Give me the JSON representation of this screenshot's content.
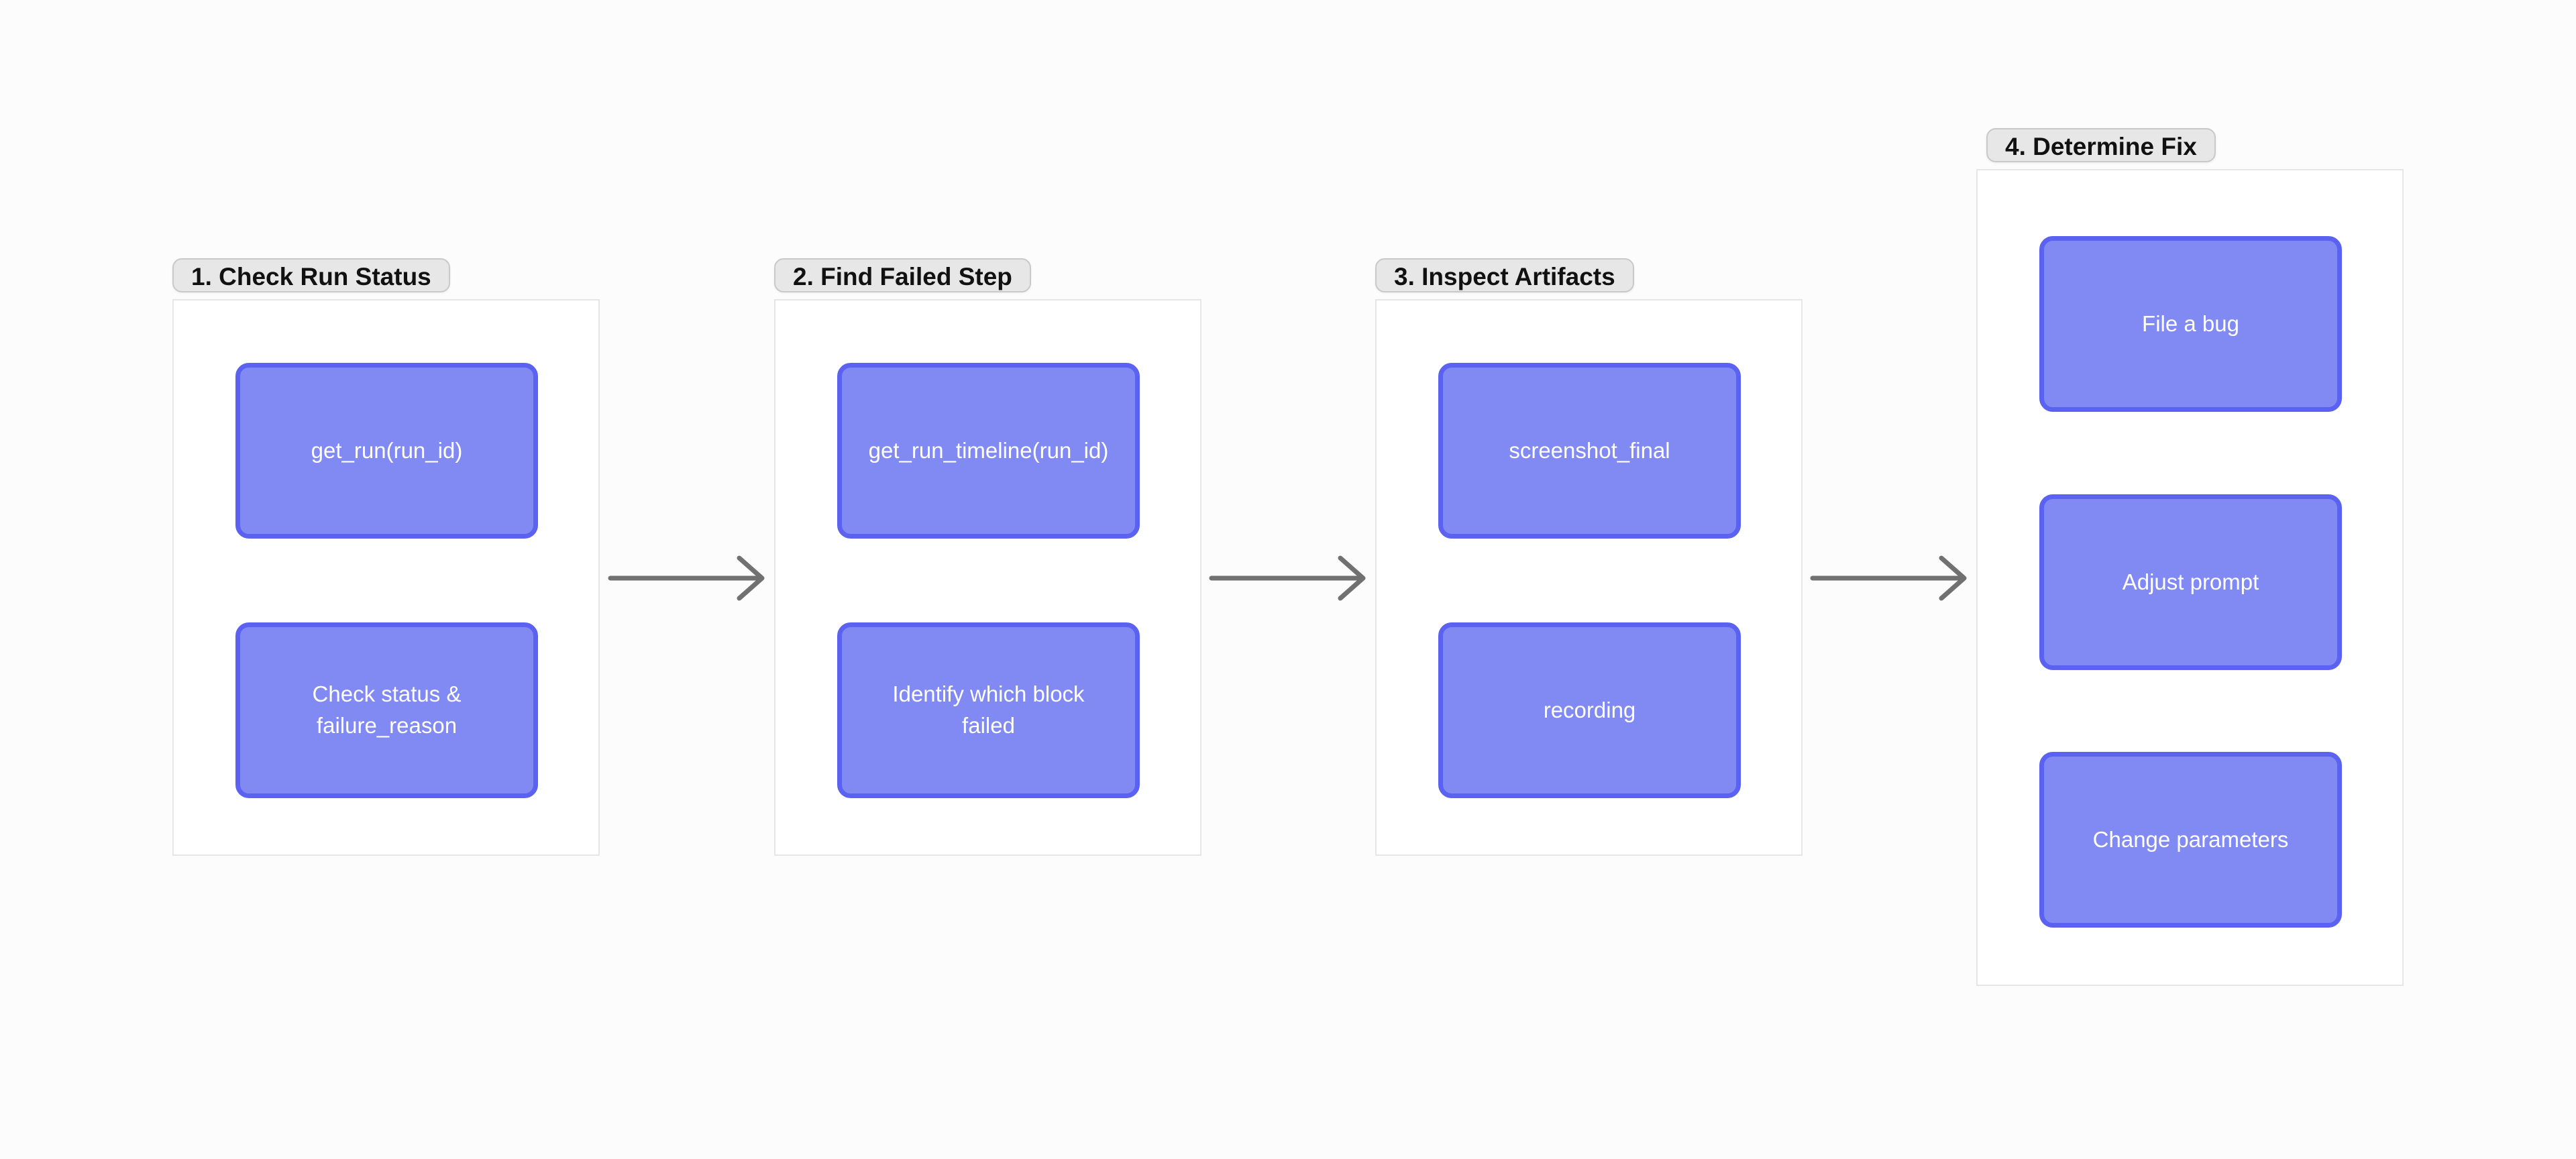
{
  "canvas": {
    "background": "#fcfcfc"
  },
  "colors": {
    "page_bg": "#fcfcfc",
    "node_fill": "#8189f3",
    "node_border": "#5b61f0",
    "node_text": "#ffffff",
    "group_bg": "#ffffff",
    "group_border": "#e6e6e6",
    "label_bg": "#e7e7e7",
    "label_border": "#c9c9c9",
    "label_text": "#111111",
    "arrow": "#717171"
  },
  "groups": [
    {
      "label": "1. Check Run Status",
      "nodes": [
        {
          "label": "get_run(run_id)"
        },
        {
          "label": "Check status &\nfailure_reason"
        }
      ]
    },
    {
      "label": "2. Find Failed Step",
      "nodes": [
        {
          "label": "get_run_timeline(run_id)"
        },
        {
          "label": "Identify which block\nfailed"
        }
      ]
    },
    {
      "label": "3. Inspect Artifacts",
      "nodes": [
        {
          "label": "screenshot_final"
        },
        {
          "label": "recording"
        }
      ]
    },
    {
      "label": "4. Determine Fix",
      "nodes": [
        {
          "label": "File a bug"
        },
        {
          "label": "Adjust prompt"
        },
        {
          "label": "Change parameters"
        }
      ]
    }
  ],
  "arrows": [
    {
      "from": "1. Check Run Status",
      "to": "2. Find Failed Step"
    },
    {
      "from": "2. Find Failed Step",
      "to": "3. Inspect Artifacts"
    },
    {
      "from": "3. Inspect Artifacts",
      "to": "4. Determine Fix"
    }
  ]
}
